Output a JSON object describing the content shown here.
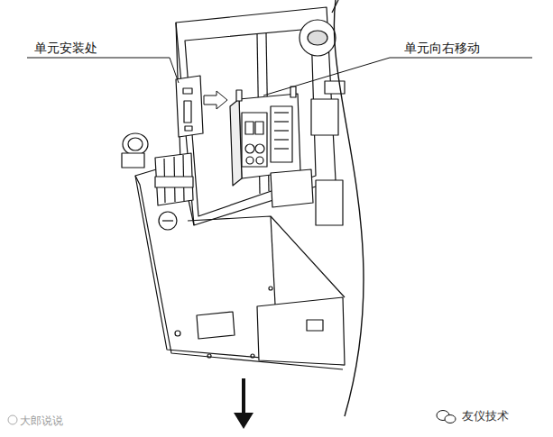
{
  "diagram": {
    "labels": [
      "单元安装处",
      "单元向右移动",
      "友仪技术",
      "大郎说说"
    ]
  }
}
